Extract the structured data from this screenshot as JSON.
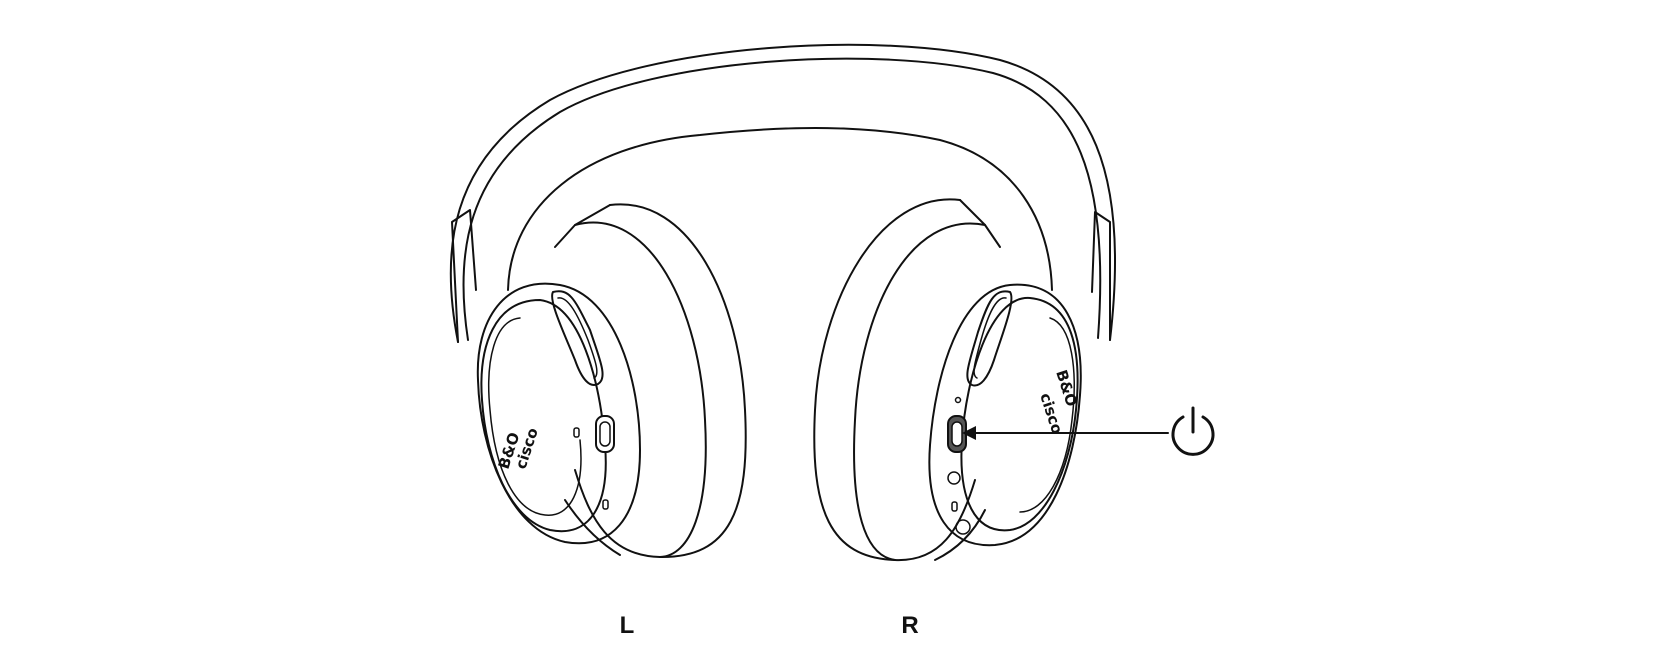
{
  "labels": {
    "left": "L",
    "right": "R"
  },
  "logo": {
    "brand_text": "cisco"
  },
  "callout": {
    "icon": "power-icon"
  },
  "colors": {
    "line": "#111111",
    "background": "#ffffff",
    "port": "#555555"
  }
}
